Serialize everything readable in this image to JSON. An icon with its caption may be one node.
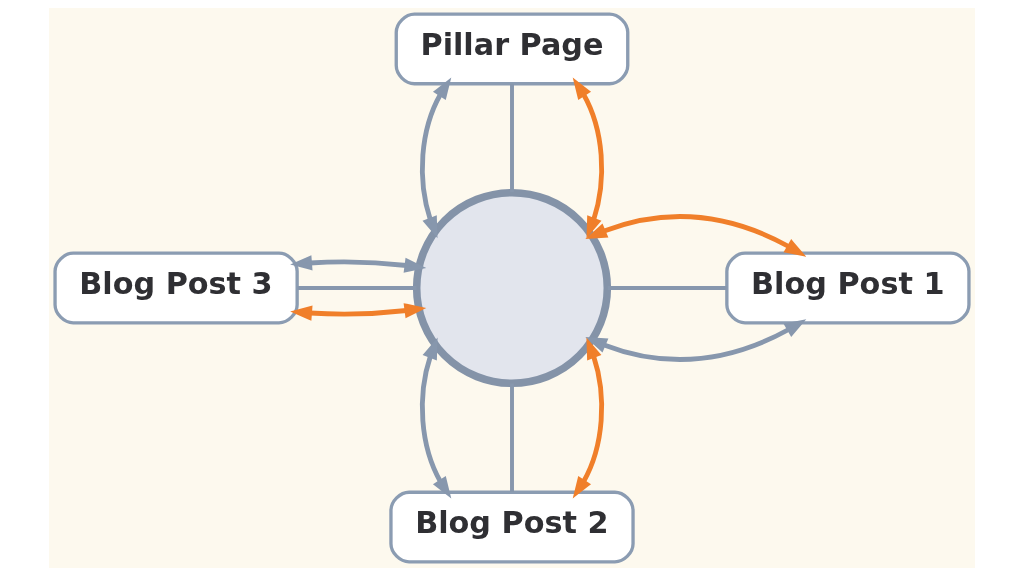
{
  "diagram": {
    "nodes": [
      {
        "text": [
          "Pillar Page"
        ]
      },
      {
        "text": [],
        "shape": "circle"
      },
      {
        "text": [
          "Blog Post 3"
        ]
      },
      {
        "text": [
          "Blog Post 1"
        ]
      },
      {
        "text": [
          "Blog Post 2"
        ]
      }
    ],
    "edges": [
      {
        "from": 0,
        "to": 1,
        "arrow": "both"
      },
      {
        "from": 0,
        "to": 1,
        "arrow": "none"
      },
      {
        "from": 0,
        "to": 1,
        "arrow": "both",
        "color": "#f07f2a"
      },
      {
        "from": 2,
        "to": 1,
        "arrow": "both",
        "color": "#f07f2a"
      },
      {
        "from": 2,
        "to": 1,
        "arrow": "none"
      },
      {
        "from": 2,
        "to": 1,
        "arrow": "both"
      },
      {
        "from": 1,
        "to": 3,
        "arrow": "both"
      },
      {
        "from": 1,
        "to": 3,
        "arrow": "none"
      },
      {
        "from": 1,
        "to": 3,
        "arrow": "both",
        "color": "#f07f2a"
      },
      {
        "from": 1,
        "to": 4,
        "arrow": "both"
      },
      {
        "from": 1,
        "to": 4,
        "arrow": "none"
      },
      {
        "from": 1,
        "to": 4,
        "arrow": "both",
        "color": "#f07f2a"
      }
    ]
  }
}
